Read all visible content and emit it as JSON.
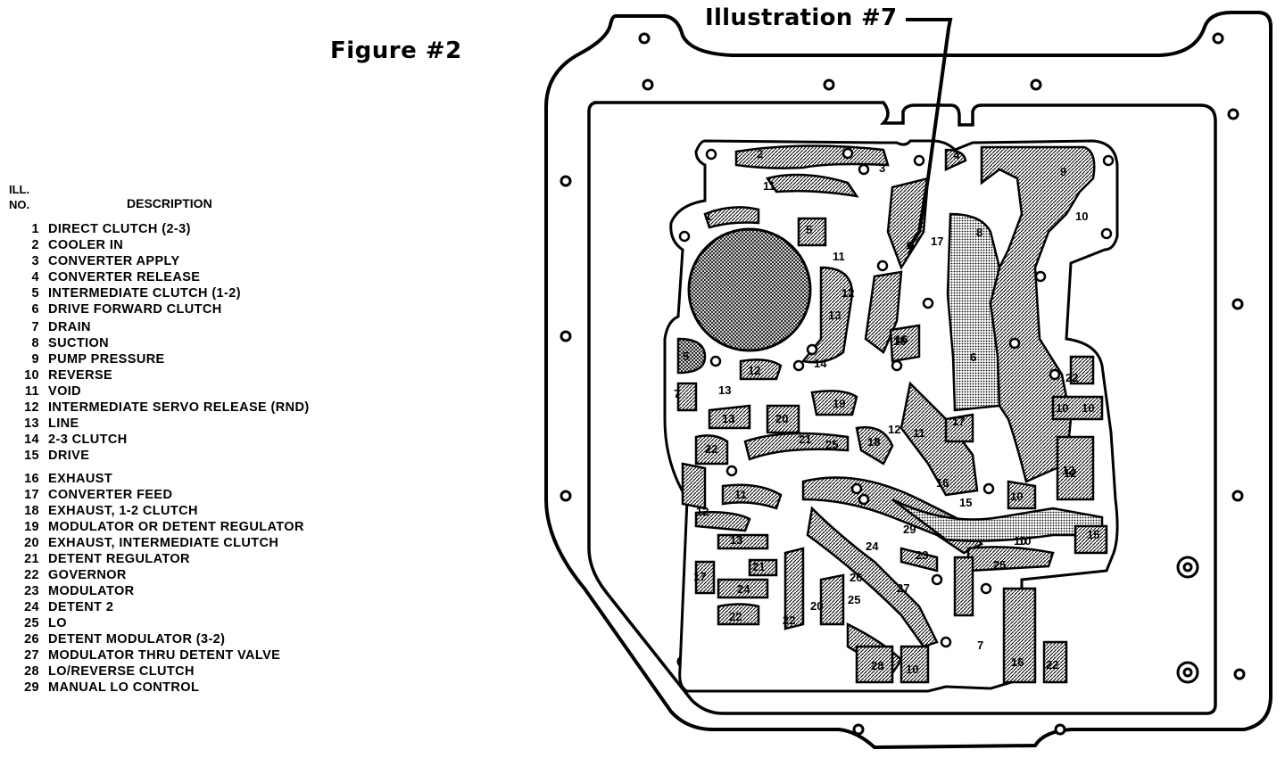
{
  "figure_title": "Figure #2",
  "illustration_label": "Illustration #7",
  "legend": {
    "header_ill_line1": "ILL.",
    "header_ill_line2": "NO.",
    "header_description": "DESCRIPTION",
    "items": [
      {
        "no": "1",
        "desc": "DIRECT CLUTCH (2-3)"
      },
      {
        "no": "2",
        "desc": "COOLER IN"
      },
      {
        "no": "3",
        "desc": "CONVERTER APPLY"
      },
      {
        "no": "4",
        "desc": "CONVERTER RELEASE"
      },
      {
        "no": "5",
        "desc": "INTERMEDIATE CLUTCH (1-2)"
      },
      {
        "no": "6",
        "desc": "DRIVE FORWARD CLUTCH"
      },
      {
        "no": "7",
        "desc": "DRAIN"
      },
      {
        "no": "8",
        "desc": "SUCTION"
      },
      {
        "no": "9",
        "desc": "PUMP PRESSURE"
      },
      {
        "no": "10",
        "desc": "REVERSE"
      },
      {
        "no": "11",
        "desc": "VOID"
      },
      {
        "no": "12",
        "desc": "INTERMEDIATE SERVO RELEASE (RND)"
      },
      {
        "no": "13",
        "desc": "LINE"
      },
      {
        "no": "14",
        "desc": "2-3 CLUTCH"
      },
      {
        "no": "15",
        "desc": "DRIVE"
      },
      {
        "no": "16",
        "desc": "EXHAUST"
      },
      {
        "no": "17",
        "desc": "CONVERTER FEED"
      },
      {
        "no": "18",
        "desc": "EXHAUST, 1-2 CLUTCH"
      },
      {
        "no": "19",
        "desc": "MODULATOR OR DETENT REGULATOR"
      },
      {
        "no": "20",
        "desc": "EXHAUST, INTERMEDIATE CLUTCH"
      },
      {
        "no": "21",
        "desc": "DETENT REGULATOR"
      },
      {
        "no": "22",
        "desc": "GOVERNOR"
      },
      {
        "no": "23",
        "desc": "MODULATOR"
      },
      {
        "no": "24",
        "desc": "DETENT 2"
      },
      {
        "no": "25",
        "desc": "LO"
      },
      {
        "no": "26",
        "desc": "DETENT MODULATOR (3-2)"
      },
      {
        "no": "27",
        "desc": "MODULATOR THRU DETENT VALVE"
      },
      {
        "no": "28",
        "desc": "LO/REVERSE CLUTCH"
      },
      {
        "no": "29",
        "desc": "MANUAL LO CONTROL"
      }
    ]
  },
  "plate_labels": [
    "2",
    "3",
    "4",
    "11",
    "1",
    "5",
    "11",
    "12",
    "13",
    "14",
    "9",
    "10",
    "8",
    "6",
    "17",
    "7",
    "16",
    "5",
    "12",
    "7",
    "13",
    "13",
    "20",
    "19",
    "21",
    "22",
    "18",
    "25",
    "12",
    "11",
    "17",
    "10",
    "10",
    "22",
    "11",
    "12",
    "15",
    "16",
    "10",
    "12",
    "13",
    "21",
    "24",
    "22",
    "29",
    "24",
    "23",
    "10",
    "25",
    "15",
    "17",
    "26",
    "27",
    "22",
    "20",
    "25",
    "28",
    "10",
    "16",
    "22",
    "7",
    "10",
    "12",
    "16"
  ]
}
